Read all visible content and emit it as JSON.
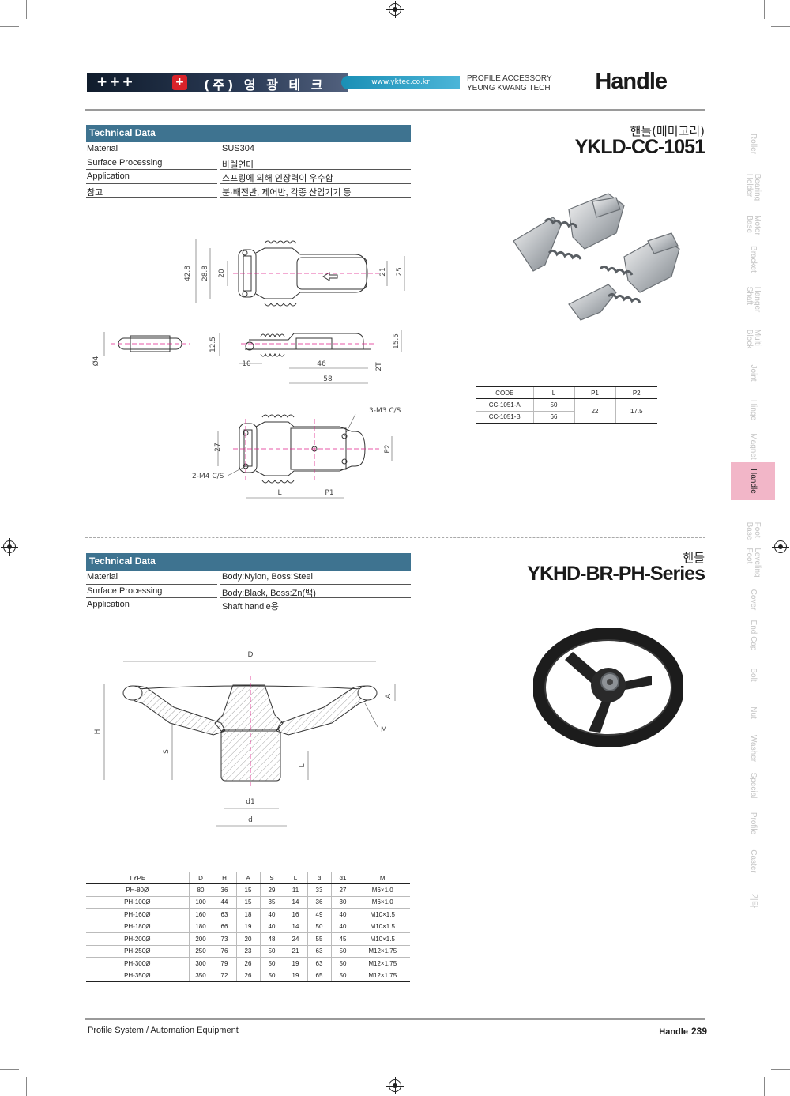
{
  "header": {
    "plus_marks": "+++",
    "logo_glyph": "+",
    "company_name": "(주) 영 광 테 크",
    "website": "www.yktec.co.kr",
    "accessory_line1": "PROFILE ACCESSORY",
    "accessory_line2": "YEUNG KWANG TECH",
    "page_category": "Handle"
  },
  "product1": {
    "subtitle": "핸들(매미고리)",
    "title": "YKLD-CC-1051",
    "technical_data": {
      "heading": "Technical Data",
      "rows": [
        {
          "label": "Material",
          "value": "SUS304"
        },
        {
          "label": "Surface Processing",
          "value": "바렐연마"
        },
        {
          "label": "Application",
          "value": "스프링에 의해 인장력이 우수함"
        },
        {
          "label": "참고",
          "value": "분·배전반, 제어반, 각종 산업기기 등"
        }
      ]
    },
    "dimensions": {
      "top_view": [
        "42.8",
        "28.8",
        "20",
        "21",
        "25"
      ],
      "side_view": [
        "Ø4",
        "12.5",
        "10",
        "46",
        "58",
        "2T",
        "15.5"
      ],
      "bottom_view": [
        "3-M3 C/S",
        "27",
        "P2",
        "2-M4 C/S",
        "L",
        "P1"
      ]
    },
    "code_table": {
      "headers": [
        "CODE",
        "L",
        "P1",
        "P2"
      ],
      "rows": [
        {
          "code": "CC-1051-A",
          "l": "50"
        },
        {
          "code": "CC-1051-B",
          "l": "66"
        }
      ],
      "p1": "22",
      "p2": "17.5"
    }
  },
  "product2": {
    "subtitle": "핸들",
    "title": "YKHD-BR-PH-Series",
    "technical_data": {
      "heading": "Technical Data",
      "rows": [
        {
          "label": "Material",
          "value": "Body:Nylon, Boss:Steel"
        },
        {
          "label": "Surface Processing",
          "value": "Body:Black, Boss:Zn(백)"
        },
        {
          "label": "Application",
          "value": "Shaft handle용"
        }
      ]
    },
    "dimensions": [
      "D",
      "A",
      "M",
      "H",
      "S",
      "L",
      "d1",
      "d"
    ],
    "type_table": {
      "headers": [
        "TYPE",
        "D",
        "H",
        "A",
        "S",
        "L",
        "d",
        "d1",
        "M"
      ],
      "rows": [
        [
          "PH-80Ø",
          "80",
          "36",
          "15",
          "29",
          "11",
          "33",
          "27",
          "M6×1.0"
        ],
        [
          "PH-100Ø",
          "100",
          "44",
          "15",
          "35",
          "14",
          "36",
          "30",
          "M6×1.0"
        ],
        [
          "PH-160Ø",
          "160",
          "63",
          "18",
          "40",
          "16",
          "49",
          "40",
          "M10×1.5"
        ],
        [
          "PH-180Ø",
          "180",
          "66",
          "19",
          "40",
          "14",
          "50",
          "40",
          "M10×1.5"
        ],
        [
          "PH-200Ø",
          "200",
          "73",
          "20",
          "48",
          "24",
          "55",
          "45",
          "M10×1.5"
        ],
        [
          "PH-250Ø",
          "250",
          "76",
          "23",
          "50",
          "21",
          "63",
          "50",
          "M12×1.75"
        ],
        [
          "PH-300Ø",
          "300",
          "79",
          "26",
          "50",
          "19",
          "63",
          "50",
          "M12×1.75"
        ],
        [
          "PH-350Ø",
          "350",
          "72",
          "26",
          "50",
          "19",
          "65",
          "50",
          "M12×1.75"
        ]
      ]
    }
  },
  "side_nav": [
    {
      "label": "Roller",
      "active": false
    },
    {
      "label": "Bearing\nHolder",
      "active": false
    },
    {
      "label": "Motor\nBase",
      "active": false
    },
    {
      "label": "Bracket",
      "active": false
    },
    {
      "label": "Hanger\nShaft",
      "active": false
    },
    {
      "label": "Multi\nBlock",
      "active": false
    },
    {
      "label": "Joint",
      "active": false
    },
    {
      "label": "Hinge",
      "active": false
    },
    {
      "label": "Magnet",
      "active": false
    },
    {
      "label": "Handle",
      "active": true
    },
    {
      "label": "Foot\nBase",
      "active": false
    },
    {
      "label": "Leveling\nFoot",
      "active": false
    },
    {
      "label": "Cover",
      "active": false
    },
    {
      "label": "End Cap",
      "active": false
    },
    {
      "label": "Bolt",
      "active": false
    },
    {
      "label": "Nut",
      "active": false
    },
    {
      "label": "Washer",
      "active": false
    },
    {
      "label": "Special",
      "active": false
    },
    {
      "label": "Profile",
      "active": false
    },
    {
      "label": "Caster",
      "active": false
    },
    {
      "label": "기타",
      "active": false
    }
  ],
  "footer": {
    "left": "Profile System / Automation Equipment",
    "section": "Handle",
    "page": "239"
  }
}
